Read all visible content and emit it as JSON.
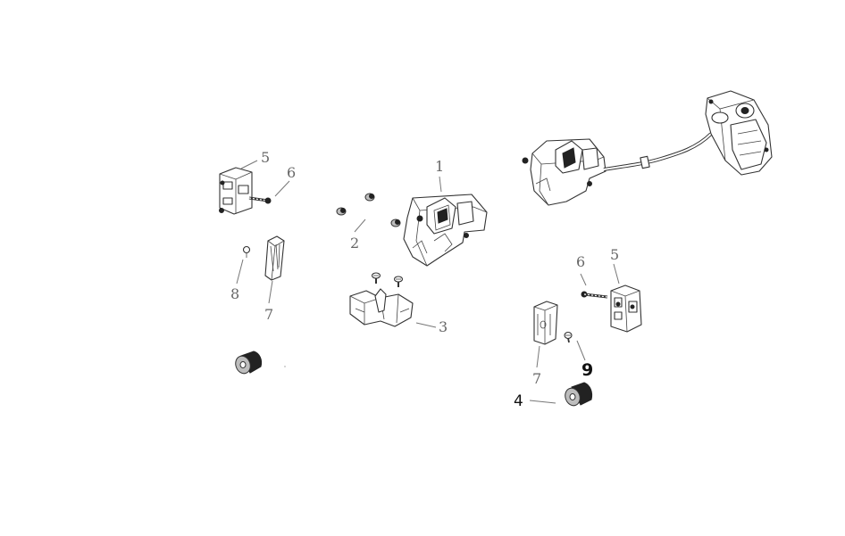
{
  "callouts": {
    "latch_main": "1",
    "pins": "2",
    "bracket": "3",
    "bumper_right": "4",
    "switch_left": "5",
    "screw_left": "6",
    "pad_left": "7",
    "clip_left": "8",
    "screw_right": "6",
    "switch_right": "5",
    "pad_right": "7",
    "clip_right": "9"
  }
}
